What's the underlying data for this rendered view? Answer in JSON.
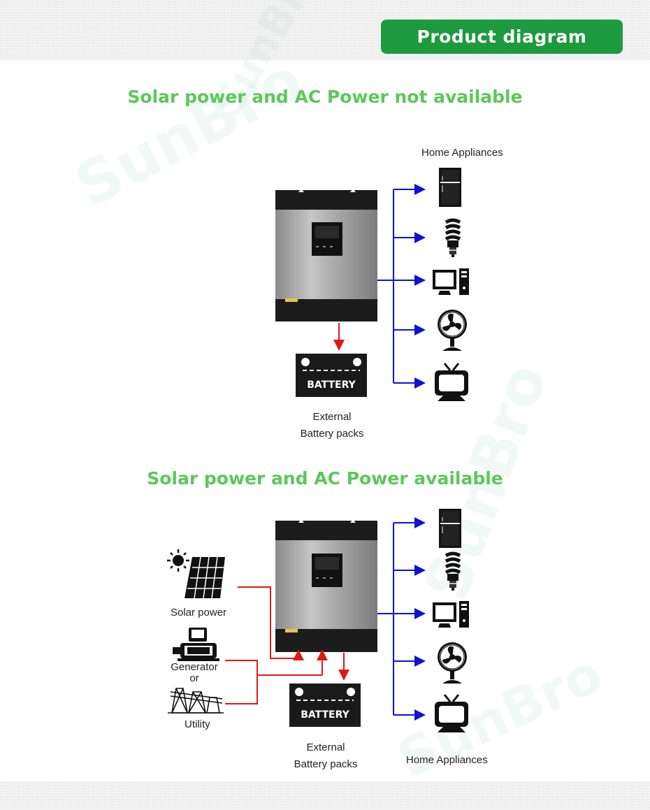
{
  "header": {
    "title": "Product diagram"
  },
  "watermark": "SunBro",
  "section1": {
    "title": "Solar power and AC Power not available",
    "appliances_label": "Home Appliances",
    "battery_text": "BATTERY",
    "battery_caption_line1": "External",
    "battery_caption_line2": "Battery packs"
  },
  "section2": {
    "title": "Solar power and AC Power available",
    "solar_label": "Solar power",
    "generator_label": "Generator",
    "or_label": "or",
    "utility_label": "Utility",
    "battery_text": "BATTERY",
    "battery_caption_line1": "External",
    "battery_caption_line2": "Battery packs",
    "appliances_label": "Home Appliances"
  },
  "colors": {
    "accent": "#1e9a3e",
    "title_green": "#5cc85a",
    "ac_wire": "#1010d8",
    "dc_wire": "#e01818"
  },
  "icons": [
    "refrigerator-icon",
    "cfl-bulb-icon",
    "computer-icon",
    "fan-icon",
    "tv-icon",
    "sun-icon",
    "solar-panel-icon",
    "generator-icon",
    "utility-tower-icon"
  ]
}
